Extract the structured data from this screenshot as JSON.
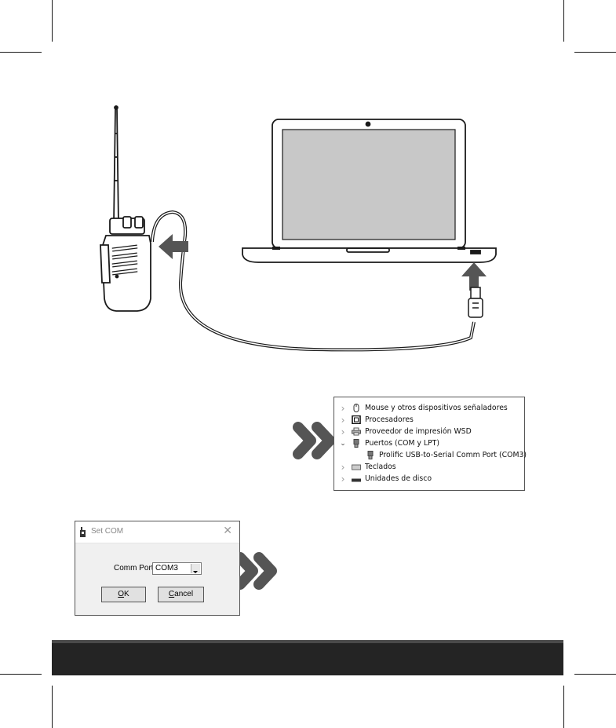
{
  "device_manager": {
    "items": [
      {
        "chevron": ">",
        "icon": "mouse-icon",
        "label": "Mouse y otros dispositivos señaladores"
      },
      {
        "chevron": ">",
        "icon": "processor-icon",
        "label": "Procesadores"
      },
      {
        "chevron": ">",
        "icon": "printer-icon",
        "label": "Proveedor de impresión WSD"
      },
      {
        "chevron": "v",
        "icon": "port-icon",
        "label": "Puertos (COM y LPT)"
      },
      {
        "chevron": "",
        "icon": "port-icon",
        "label": "Prolific USB-to-Serial Comm Port (COM3)"
      },
      {
        "chevron": ">",
        "icon": "keyboard-icon",
        "label": "Teclados"
      },
      {
        "chevron": ">",
        "icon": "disk-icon",
        "label": "Unidades de disco"
      }
    ]
  },
  "set_com": {
    "title": "Set COM",
    "close": "✕",
    "comm_port_label": "Comm Port",
    "comm_port_value": "COM3",
    "ok_label": "OK",
    "cancel_label": "Cancel"
  },
  "colors": {
    "bottom_bar": "#242424",
    "arrow": "#555555",
    "screen": "#c8c8c8"
  }
}
